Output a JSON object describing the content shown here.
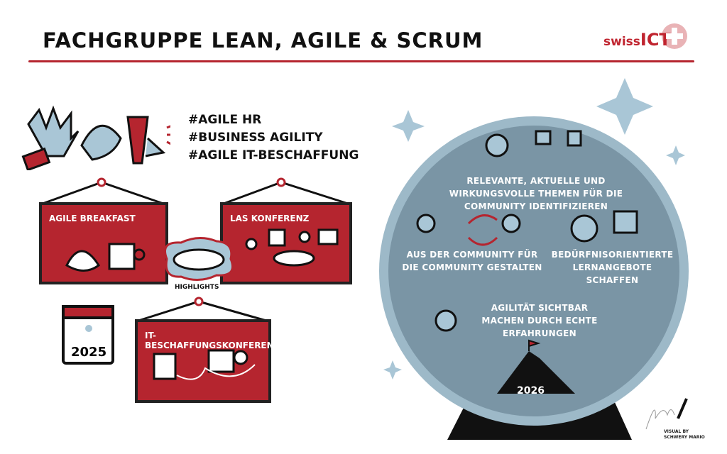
{
  "title": "FACHGRUPPE LEAN, AGILE & SCRUM",
  "logo": {
    "prefix": "swiss",
    "suffix": "ICT"
  },
  "hashtags": [
    "#AGILE HR",
    "#BUSINESS AGILITY",
    "#AGILE IT-BESCHAFFUNG"
  ],
  "panels": {
    "breakfast": "AGILE BREAKFAST",
    "las": "LAS KONFERENZ",
    "it": "IT-BESCHAFFUNGSKONFERENZ"
  },
  "highlights": "HIGHLIGHTS",
  "calendar_year": "2025",
  "globe": {
    "topic1": "RELEVANTE, AKTUELLE UND WIRKUNGSVOLLE THEMEN FÜR DIE COMMUNITY IDENTIFIZIEREN",
    "topic2": "AUS DER COMMUNITY FÜR DIE COMMUNITY GESTALTEN",
    "topic3": "BEDÜRFNISORIENTIERTE LERNANGEBOTE SCHAFFEN",
    "topic4": "AGILITÄT SICHTBAR MACHEN DURCH ECHTE ERFAHRUNGEN",
    "year": "2026"
  },
  "signature": {
    "line1": "VISUAL BY",
    "line2": "SCHWERY MARIO"
  },
  "colors": {
    "red": "#b5252f",
    "globe": "#7a95a5",
    "globe_rim": "#9db9c8",
    "ice": "#a9c6d6"
  }
}
